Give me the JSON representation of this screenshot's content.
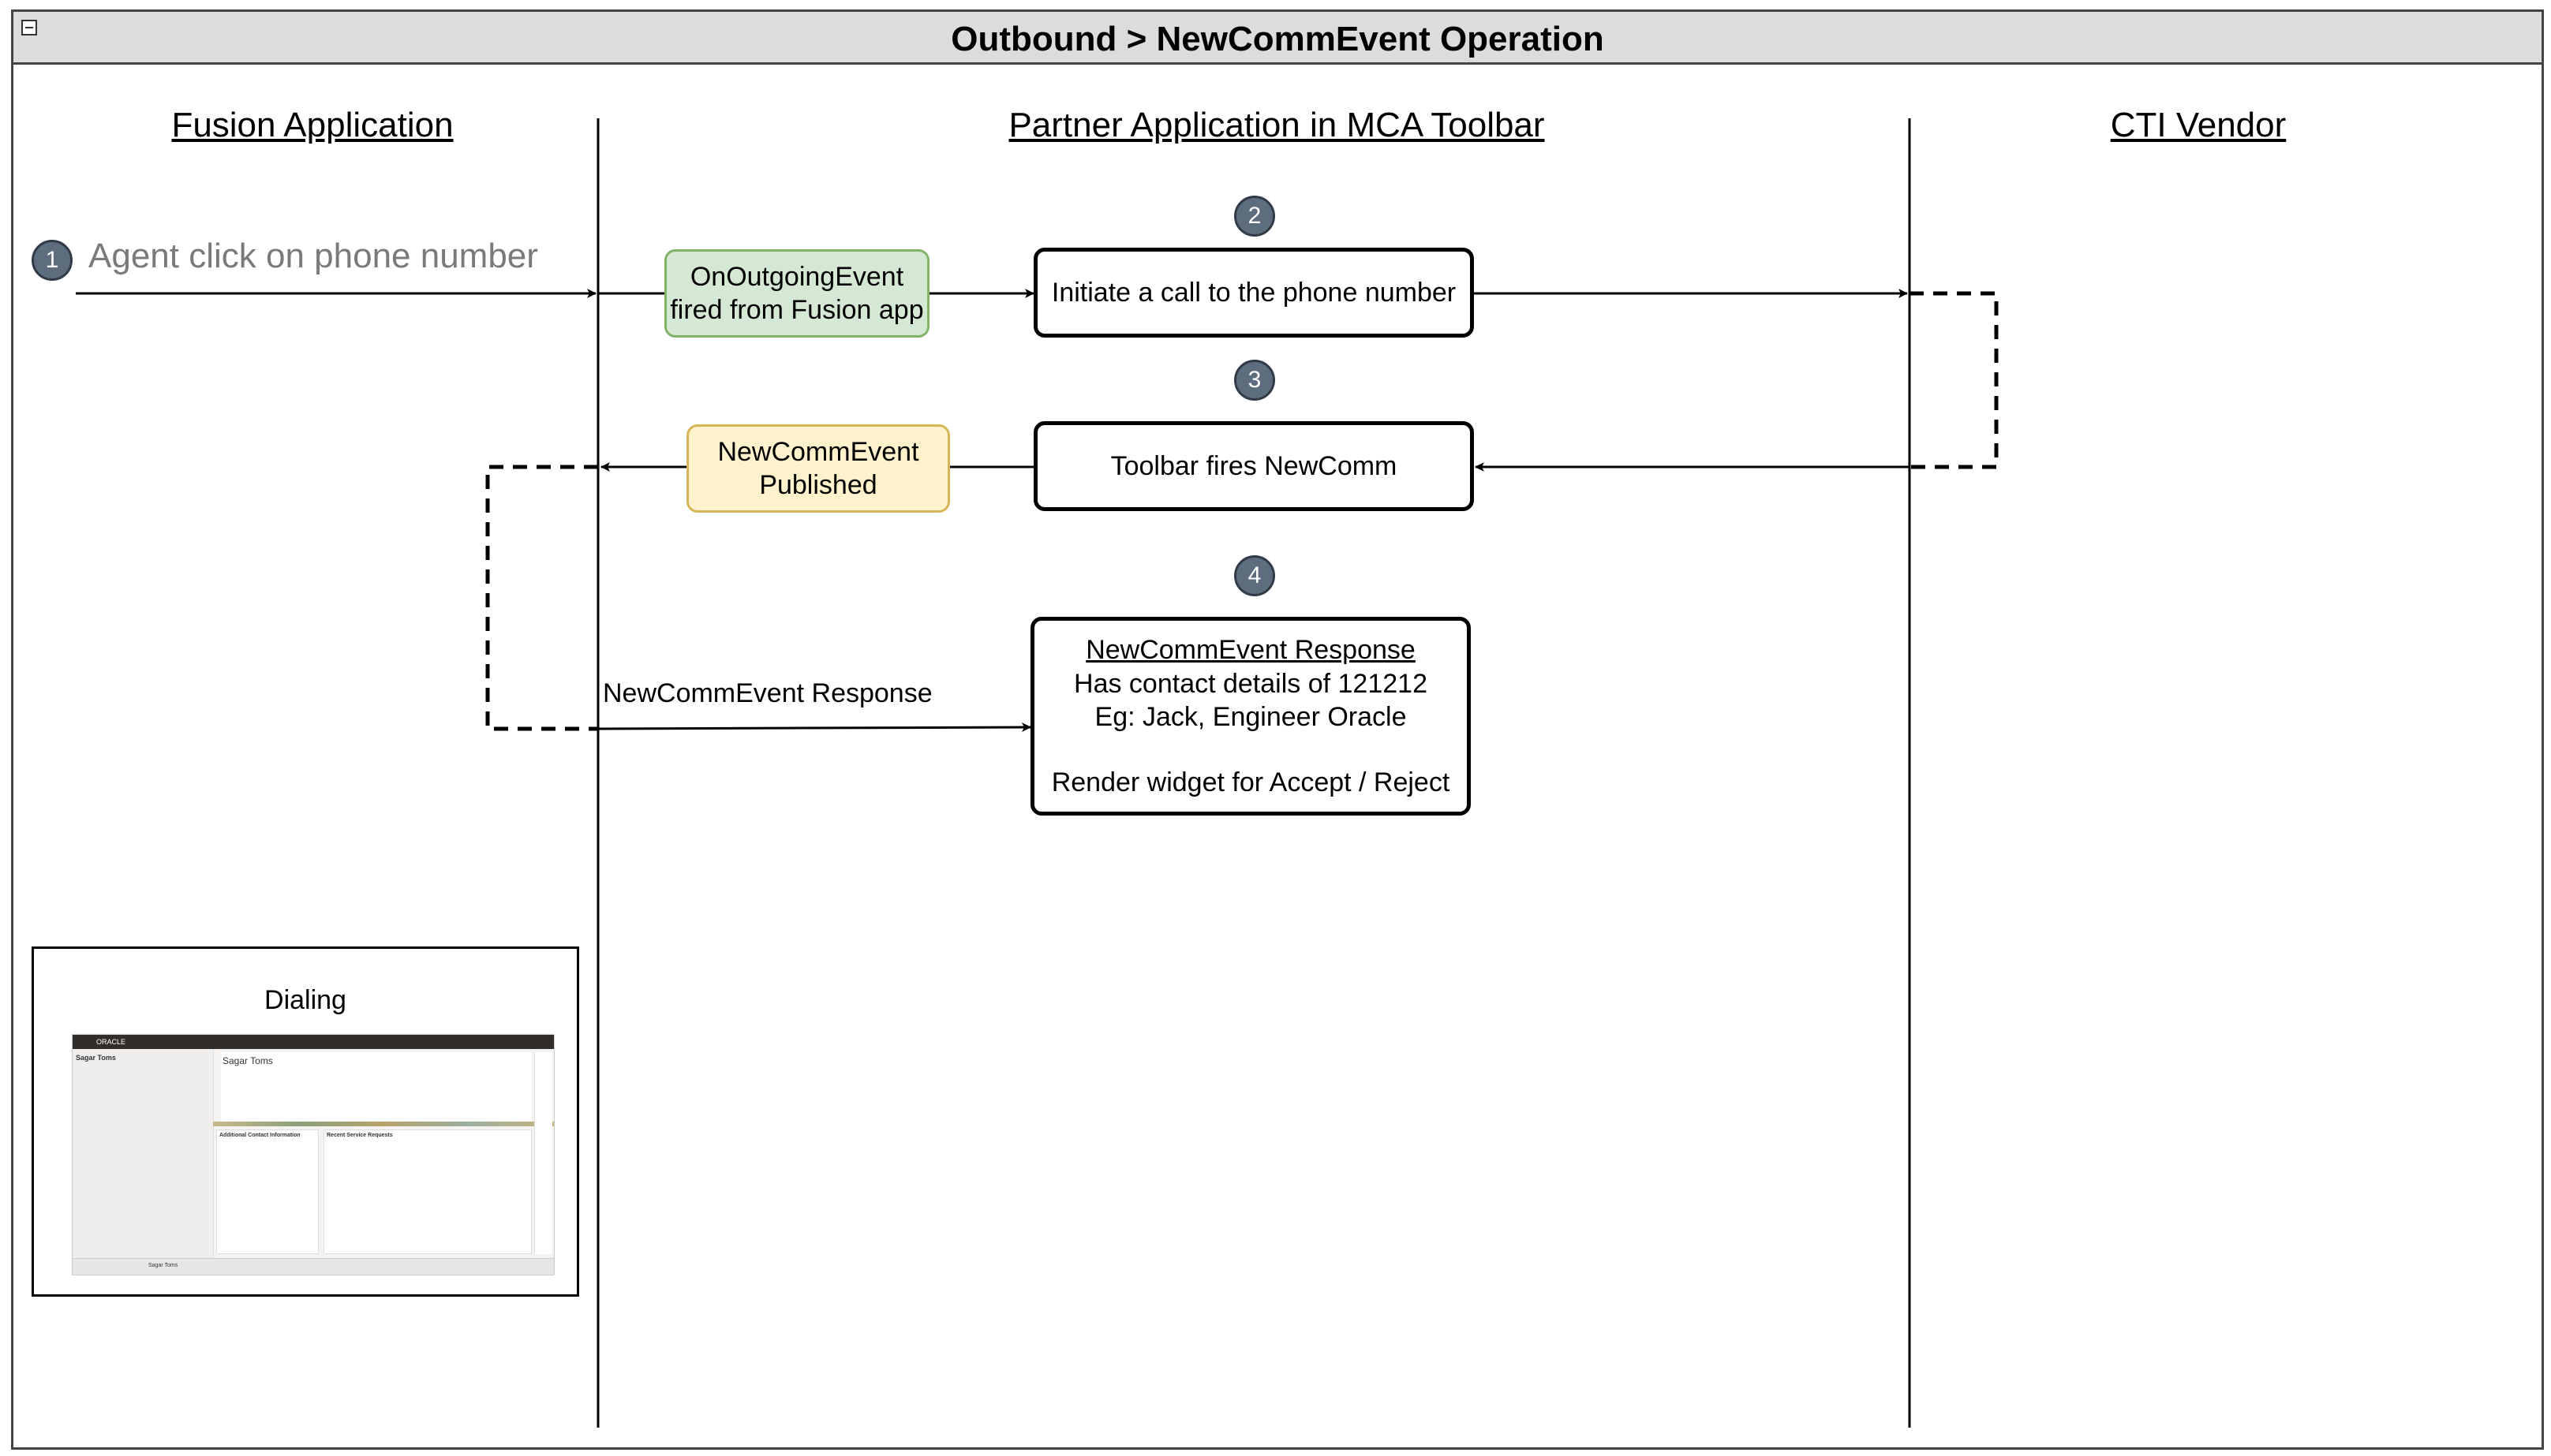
{
  "title": "Outbound > NewCommEvent Operation",
  "lanes": {
    "fusion": "Fusion Application",
    "partner": "Partner Application in MCA Toolbar",
    "cti": "CTI Vendor"
  },
  "steps": {
    "s1": "1",
    "s2": "2",
    "s3": "3",
    "s4": "4"
  },
  "labels": {
    "agent_click": "Agent click on phone number",
    "response_edge": "NewCommEvent Response"
  },
  "boxes": {
    "outgoing_line1": "OnOutgoingEvent",
    "outgoing_line2": "fired from Fusion app",
    "initiate": "Initiate a call to the phone number",
    "published_line1": "NewCommEvent",
    "published_line2": "Published",
    "toolbar_fires": "Toolbar fires NewComm",
    "response_title": "NewCommEvent Response",
    "response_line1": "Has contact details of 121212",
    "response_line2": "Eg: Jack, Engineer Oracle",
    "response_line3": "Render widget for Accept / Reject"
  },
  "dialing": {
    "title": "Dialing",
    "brand": "ORACLE",
    "contact_name": "Sagar Toms",
    "section_additional": "Additional Contact Information",
    "section_requests": "Recent Service Requests",
    "tab_contact": "Sagar Toms"
  },
  "colors": {
    "green_fill": "#d5e8d4",
    "green_border": "#82b366",
    "yellow_fill": "#fff2cc",
    "yellow_border": "#d6b656",
    "badge": "#5d6d7e"
  }
}
